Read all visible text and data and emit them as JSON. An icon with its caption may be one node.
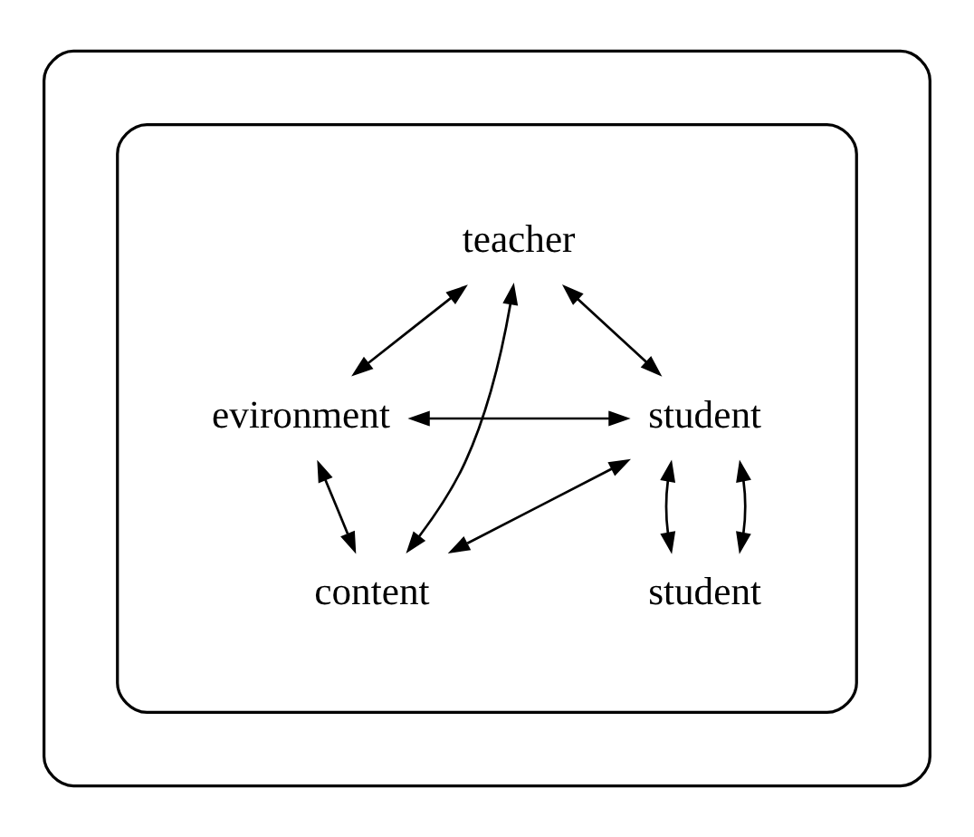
{
  "diagram": {
    "nodes": [
      {
        "text": [],
        "shape": "ellipse"
      },
      {
        "text": [],
        "shape": "ellipse",
        "in": 0
      },
      {
        "text": [
          "teacher"
        ],
        "in": 1
      },
      {
        "text": [
          "evironment"
        ],
        "in": 1
      },
      {
        "text": [
          "student"
        ],
        "in": 1
      },
      {
        "text": [
          "content"
        ],
        "in": 1
      },
      {
        "text": [
          "student"
        ],
        "in": 1
      }
    ],
    "edges": [
      {
        "from": 2,
        "to": 3,
        "arrow": "both"
      },
      {
        "from": 2,
        "to": 4,
        "arrow": "both"
      },
      {
        "from": 2,
        "to": 5,
        "arrow": "both"
      },
      {
        "from": 3,
        "to": 4,
        "arrow": "both"
      },
      {
        "from": 3,
        "to": 5,
        "arrow": "both"
      },
      {
        "from": 4,
        "to": 5,
        "arrow": "both"
      },
      {
        "from": 4,
        "to": 6,
        "arrow": "both"
      },
      {
        "from": 4,
        "to": 6,
        "arrow": "both"
      }
    ]
  }
}
